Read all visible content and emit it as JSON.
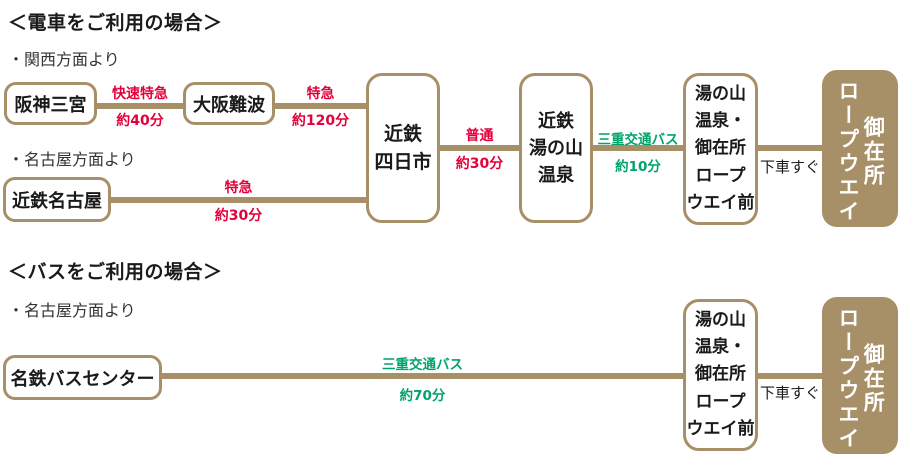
{
  "colors": {
    "accent_tan": "#a78f68",
    "red": "#e4003a",
    "green": "#00a368",
    "text": "#1a1a1a",
    "box_bg": "#ffffff"
  },
  "train_section": {
    "heading": "＜電車をご利用の場合＞",
    "from_kansai_label": "・関西方面より",
    "from_nagoya_label": "・名古屋方面より",
    "stations": {
      "hanshin_sannomiya": "阪神三宮",
      "osaka_namba": "大阪難波",
      "kintetsu_nagoya": "近鉄名古屋",
      "kintetsu_yokkaichi": "近鉄\n四日市",
      "kintetsu_yunoyama_onsen": "近鉄\n湯の山\n温泉",
      "yunoyama_onsen_ropeway_mae": "湯の山\n温泉・\n御在所\nロープ\nウエイ前",
      "gozaisho_ropeway": "御在所\nロープウエイ"
    },
    "edges": {
      "rapid_express": {
        "name": "快速特急",
        "duration": "約40分"
      },
      "limited_express_120": {
        "name": "特急",
        "duration": "約120分"
      },
      "limited_express_30": {
        "name": "特急",
        "duration": "約30分"
      },
      "local": {
        "name": "普通",
        "duration": "約30分"
      },
      "mie_bus_10": {
        "name": "三重交通バス",
        "duration": "約10分"
      },
      "walk": {
        "name": "下車すぐ"
      }
    }
  },
  "bus_section": {
    "heading": "＜バスをご利用の場合＞",
    "from_nagoya_label": "・名古屋方面より",
    "stations": {
      "meitetsu_bus_center": "名鉄バスセンター",
      "yunoyama_onsen_ropeway_mae": "湯の山\n温泉・\n御在所\nロープ\nウエイ前",
      "gozaisho_ropeway": "御在所\nロープウエイ"
    },
    "edges": {
      "mie_bus_70": {
        "name": "三重交通バス",
        "duration": "約70分"
      },
      "walk": {
        "name": "下車すぐ"
      }
    }
  }
}
